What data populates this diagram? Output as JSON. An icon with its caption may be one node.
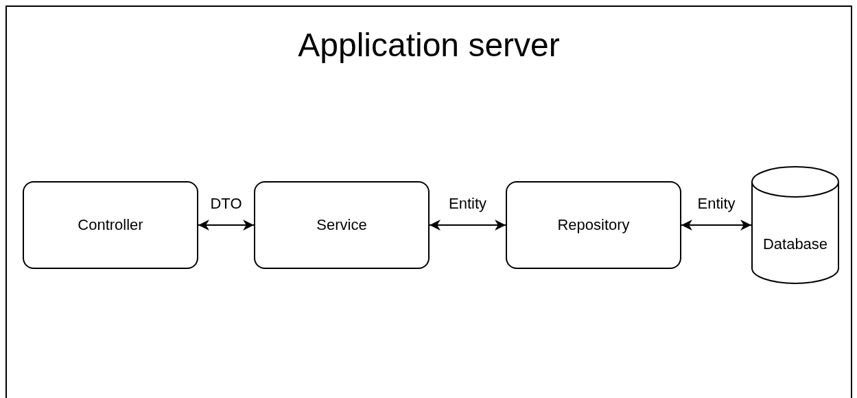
{
  "diagram": {
    "nodes": [
      {
        "text": [
          "Application server"
        ]
      },
      {
        "text": [
          "Controller"
        ],
        "in": 0
      },
      {
        "text": [
          "Service"
        ],
        "in": 0
      },
      {
        "text": [
          "Repository"
        ],
        "in": 0
      },
      {
        "text": [
          "Database"
        ],
        "in": 0
      }
    ],
    "edges": [
      {
        "from": 1,
        "to": 2,
        "arrow": "both",
        "label": "DTO"
      },
      {
        "from": 2,
        "to": 3,
        "arrow": "both",
        "label": "Entity"
      },
      {
        "from": 3,
        "to": 4,
        "arrow": "both",
        "label": "Entity"
      }
    ]
  }
}
